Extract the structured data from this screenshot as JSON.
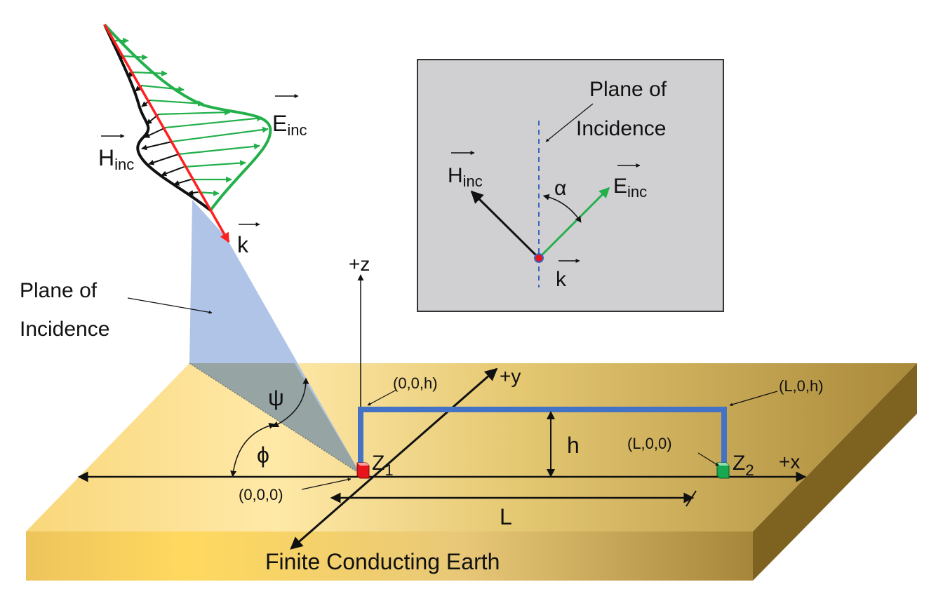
{
  "labels": {
    "earth": "Finite Conducting Earth",
    "plane_of_incidence_line1": "Plane of",
    "plane_of_incidence_line2": "Incidence",
    "inset_plane_line1": "Plane of",
    "inset_plane_line2": "Incidence",
    "h_vec_base": "H",
    "e_vec_base": "E",
    "inc_subscript": "inc",
    "k_vec": "k",
    "alpha": "α",
    "psi": "ψ",
    "phi": "ϕ",
    "plus_z": "+z",
    "plus_y": "+y",
    "plus_x": "+x",
    "height": "h",
    "length": "L",
    "z_base": "Z",
    "z1_sub": "1",
    "z2_sub": "2",
    "coord_origin": "(0,0,0)",
    "coord_0_0_h": "(0,0,h)",
    "coord_L_0_h": "(L,0,h)",
    "coord_L_0_0": "(L,0,0)"
  },
  "colors": {
    "earth_light": "#FFE28A",
    "earth_mid": "#E6C570",
    "earth_dark": "#9C7D2E",
    "earth_front": "#E8C25E",
    "earth_side": "#7E6320",
    "inset_bg": "#D0CFD1",
    "plane_blue": "#A9BFE6",
    "plane_gray": "#93A19D",
    "k_vector": "#FF1E1E",
    "e_field": "#22B04B",
    "h_field": "#111111",
    "conductor": "#4472C4",
    "z1_load": "#E8141B",
    "z2_load": "#17A851",
    "dashed_line": "#3A66C2"
  }
}
